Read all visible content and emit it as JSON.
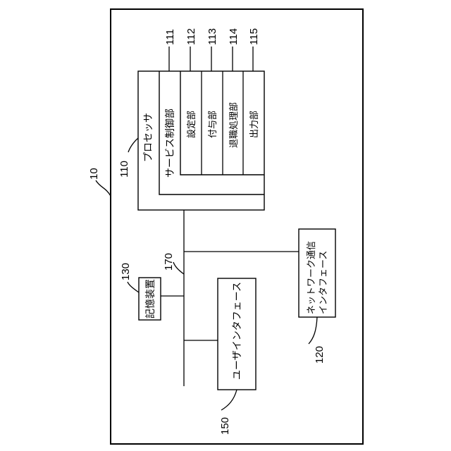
{
  "refs": {
    "system": "10",
    "processor": "110",
    "service_control": "111",
    "setting": "112",
    "grant": "113",
    "retirement": "114",
    "output": "115",
    "network_if": "120",
    "storage": "130",
    "user_if": "150",
    "bus": "170"
  },
  "labels": {
    "processor": "プロセッサ",
    "service_control": "サービス制御部",
    "setting": "設定部",
    "grant": "付与部",
    "retirement": "退職処理部",
    "output": "出力部",
    "network_if_line1": "ネットワーク通信",
    "network_if_line2": "インタフェース",
    "storage": "記憶装置",
    "user_if": "ユーザインタフェース"
  }
}
